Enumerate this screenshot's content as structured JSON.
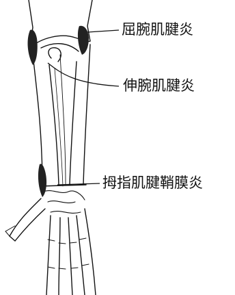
{
  "labels": {
    "flexor": "屈腕肌腱炎",
    "extensor": "伸腕肌腱炎",
    "thumb": "拇指肌腱鞘膜炎"
  }
}
